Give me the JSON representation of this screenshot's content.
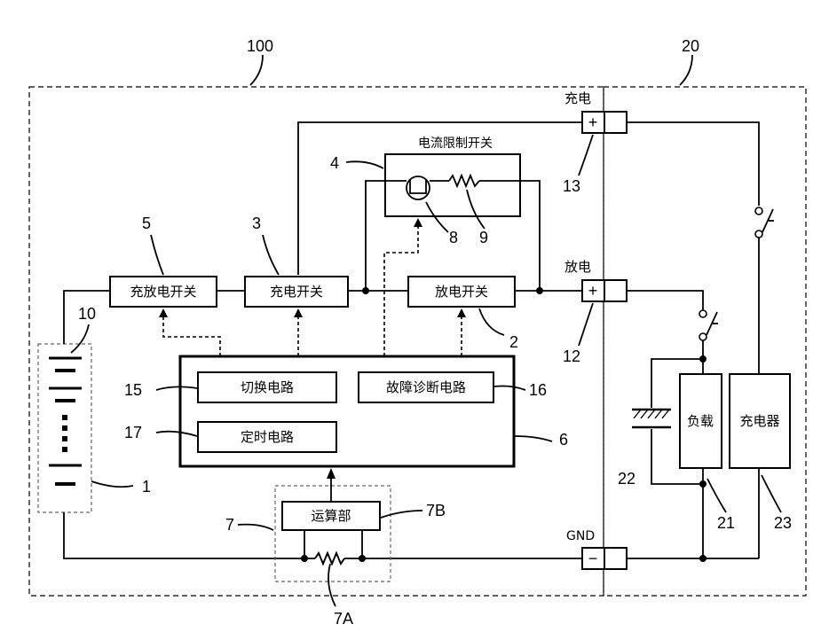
{
  "labels": {
    "device": "100",
    "external": "20",
    "cell_unit": "1",
    "discharge_switch": "2",
    "charge_switch": "3",
    "current_limit_switch": "4",
    "chg_dis_switch": "5",
    "control_unit": "6",
    "current_detector": "7",
    "resistor_7a": "7A",
    "calc_unit": "7B",
    "fuse": "8",
    "resistor": "9",
    "battery": "10",
    "discharge_terminal": "12",
    "charge_terminal": "13",
    "switching_circuit": "15",
    "fault_circuit": "16",
    "timer_circuit": "17",
    "load": "21",
    "capacitor": "22",
    "charger": "23"
  },
  "text": {
    "chg_dis_switch": "充放电开关",
    "charge_switch": "充电开关",
    "discharge_switch": "放电开关",
    "current_limit_switch": "电流限制开关",
    "switching_circuit": "切换电路",
    "fault_circuit": "故障诊断电路",
    "timer_circuit": "定时电路",
    "calc_unit": "运算部",
    "load": "负载",
    "charger": "充电器",
    "charge_terminal": "充电",
    "discharge_terminal": "放电",
    "gnd_terminal": "GND",
    "plus": "+",
    "minus": "−"
  }
}
